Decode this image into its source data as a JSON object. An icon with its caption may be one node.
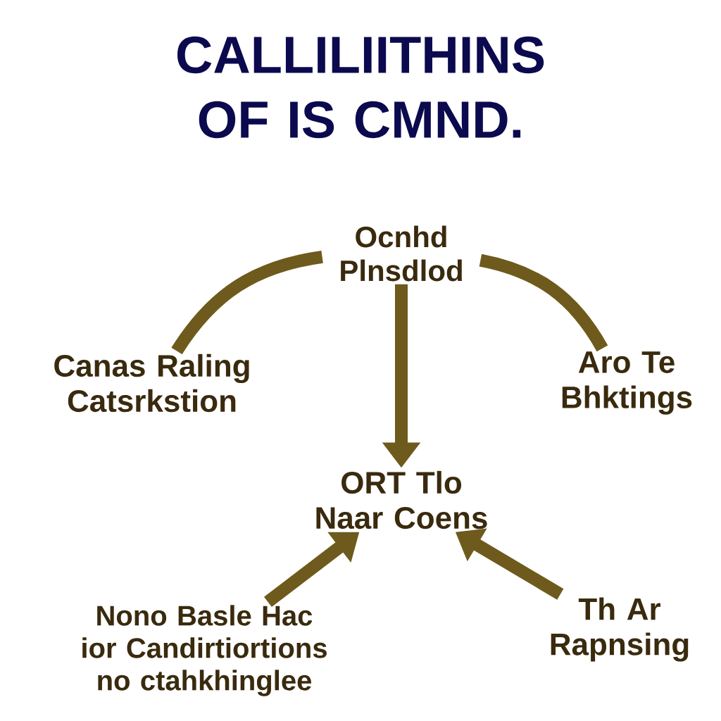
{
  "diagram": {
    "title": "CALLILIITHINS OF IS CMND.",
    "nodes": [
      {
        "text": [
          "Ocnhd Plnsdlod"
        ]
      },
      {
        "text": [
          "Canas Raling Catsrkstion"
        ]
      },
      {
        "text": [
          "Aro Te Bhktings"
        ]
      },
      {
        "text": [
          "ORT Tlo Naar Coens"
        ]
      },
      {
        "text": [
          "Nono Basle Hac ior Candirtiortions no ctahkhinglee"
        ]
      },
      {
        "text": [
          "Th Ar Rapnsing"
        ]
      }
    ],
    "edges": [
      {
        "from": 1,
        "to": 0,
        "arrow": "none"
      },
      {
        "from": 0,
        "to": 2,
        "arrow": "none"
      },
      {
        "from": 0,
        "to": 3,
        "arrow": "to"
      },
      {
        "from": 4,
        "to": 3,
        "arrow": "to"
      },
      {
        "from": 5,
        "to": 3,
        "arrow": "to"
      }
    ]
  }
}
